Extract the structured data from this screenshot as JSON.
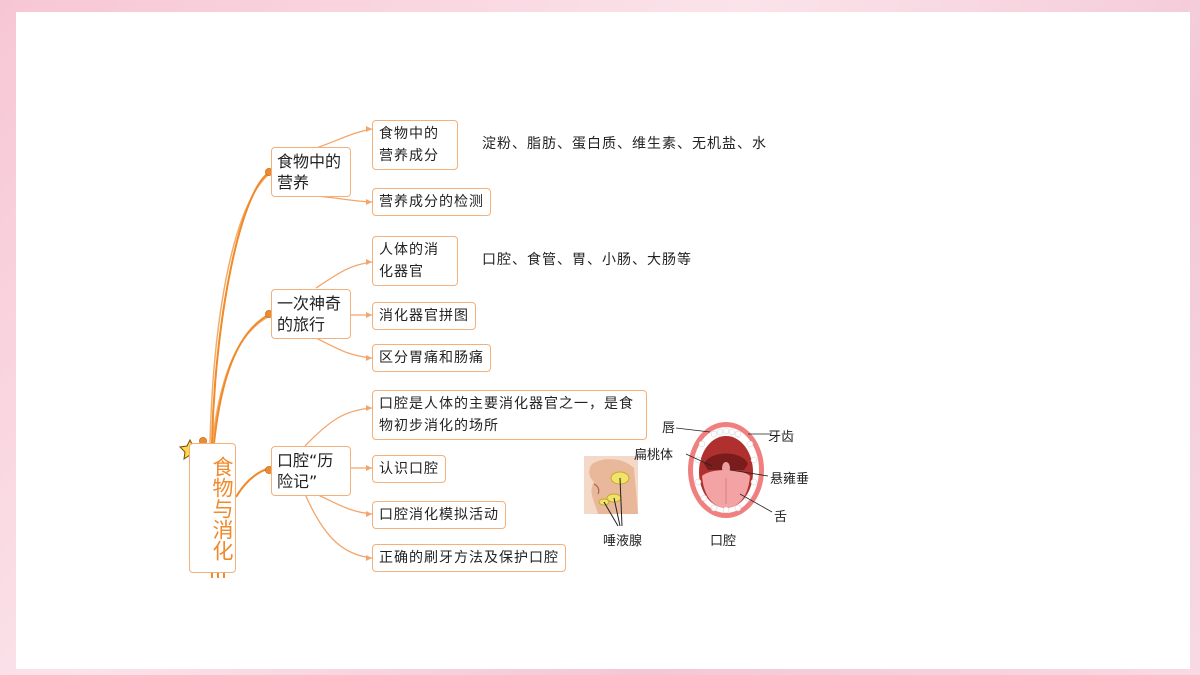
{
  "root": {
    "label": "食物与消化"
  },
  "branches": [
    {
      "label": "食物中的营养",
      "children": [
        {
          "label": "食物中的营养成分",
          "detail": "淀粉、脂肪、蛋白质、维生素、无机盐、水"
        },
        {
          "label": "营养成分的检测"
        }
      ]
    },
    {
      "label": "一次神奇的旅行",
      "children": [
        {
          "label": "人体的消化器官",
          "detail": "口腔、食管、胃、小肠、大肠等"
        },
        {
          "label": "消化器官拼图"
        },
        {
          "label": "区分胃痛和肠痛"
        }
      ]
    },
    {
      "label": "口腔“历险记”",
      "children": [
        {
          "label": "口腔是人体的主要消化器官之一，是食物初步消化的场所"
        },
        {
          "label": "认识口腔"
        },
        {
          "label": "口腔消化模拟活动"
        },
        {
          "label": "正确的刷牙方法及保护口腔"
        }
      ]
    }
  ],
  "illustrations": {
    "salivary": {
      "caption": "唾液腺"
    },
    "mouth": {
      "caption": "口腔",
      "labels": {
        "lip": "唇",
        "teeth": "牙齿",
        "tonsil": "扁桃体",
        "uvula": "悬雍垂",
        "tongue": "舌"
      }
    }
  },
  "colors": {
    "connector": "#f08a2a",
    "border": "#f4b07a",
    "root_text": "#f08a2a"
  }
}
